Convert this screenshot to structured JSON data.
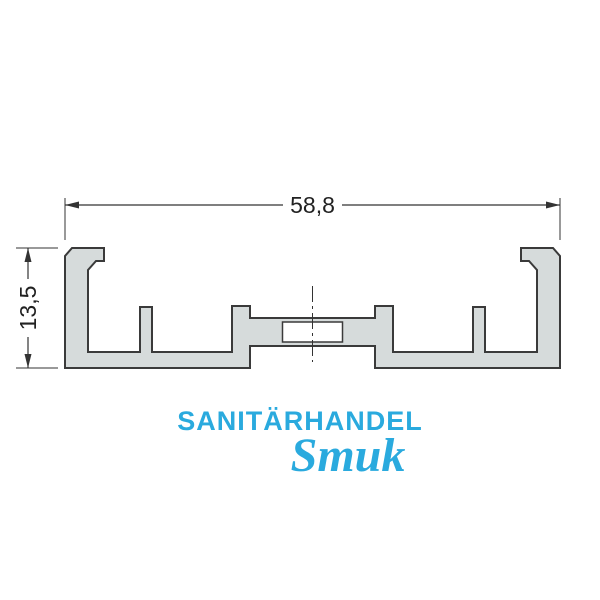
{
  "page": {
    "background": "#ffffff"
  },
  "drawing": {
    "title": "profile cross-section technical drawing",
    "width_label": "58,8",
    "height_label": "13,5",
    "line_color": "#333333",
    "profile_fill": "#d6dbdb",
    "profile_stroke": "#3a3a3a"
  },
  "watermark": {
    "line1": "SANITÄRHANDEL",
    "line2": "Smuk",
    "color": "#2aaade"
  }
}
